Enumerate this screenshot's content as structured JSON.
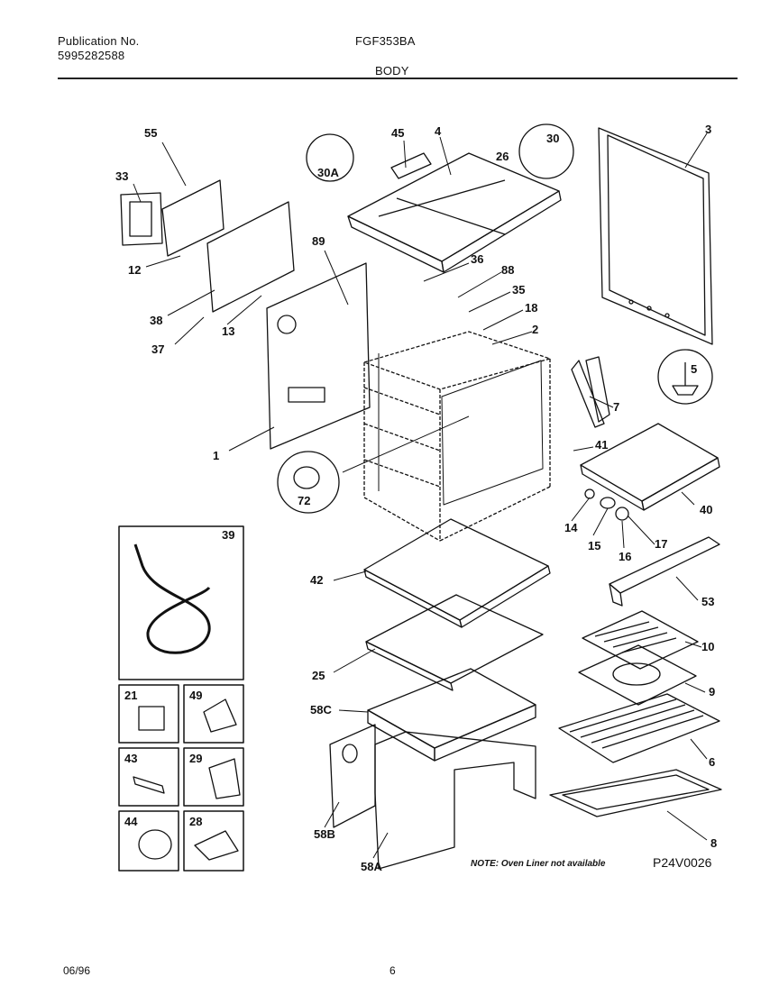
{
  "header": {
    "publication_label": "Publication No.",
    "publication_number": "5995282588",
    "model": "FGF353BA",
    "section": "BODY"
  },
  "diagram": {
    "part_labels": [
      "55",
      "33",
      "12",
      "38",
      "37",
      "1",
      "13",
      "89",
      "45",
      "4",
      "30A",
      "30",
      "26",
      "36",
      "88",
      "35",
      "18",
      "2",
      "3",
      "5",
      "7",
      "41",
      "40",
      "72",
      "14",
      "15",
      "16",
      "17",
      "53",
      "42",
      "10",
      "9",
      "25",
      "6",
      "58C",
      "8",
      "58B",
      "58A",
      "39",
      "21",
      "49",
      "43",
      "29",
      "44",
      "28"
    ]
  },
  "note": "NOTE: Oven Liner not available",
  "figure_code": "P24V0026",
  "footer": {
    "date": "06/96",
    "page": "6"
  }
}
